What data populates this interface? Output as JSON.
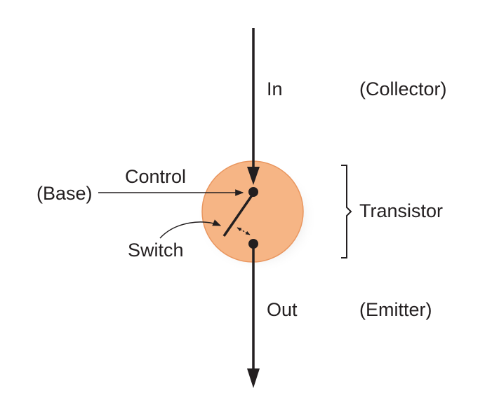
{
  "labels": {
    "in": "In",
    "collector": "(Collector)",
    "control": "Control",
    "base": "(Base)",
    "transistor": "Transistor",
    "switch": "Switch",
    "out": "Out",
    "emitter": "(Emitter)"
  },
  "colors": {
    "circle_fill": "#f6b585",
    "circle_stroke": "#e9965f",
    "ink": "#231f20",
    "background": "#ffffff"
  }
}
